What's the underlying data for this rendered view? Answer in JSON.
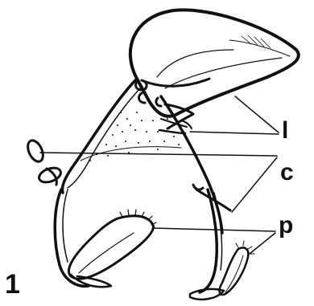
{
  "figure": {
    "number": "1",
    "labels": {
      "l": "l",
      "c": "c",
      "p": "p"
    }
  }
}
